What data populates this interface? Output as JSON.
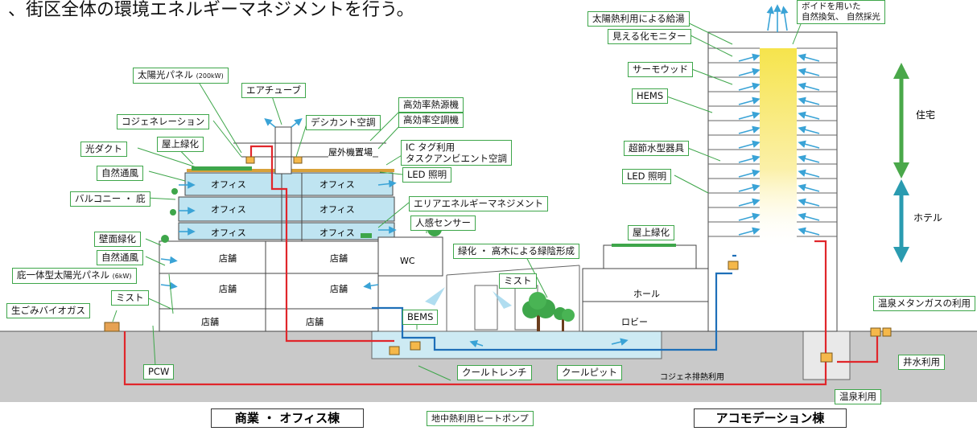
{
  "intro_text": "、街区全体の環境エネルギーマネジメントを行う。",
  "buildings": {
    "commercial": "商業 ・ オフィス棟",
    "accommodation": "アコモデーション棟"
  },
  "rooms": {
    "office": "オフィス",
    "shop": "店舗",
    "wc": "WC",
    "hall": "ホール",
    "lobby": "ロビー"
  },
  "labels": {
    "solar_panel": "太陽光パネル",
    "solar_panel_kw": "(200kW)",
    "air_tube": "エアチューブ",
    "cogeneration": "コジェネレーション",
    "desiccant": "デシカント空調",
    "hi_eff_heat": "高効率熱源機",
    "hi_eff_ac": "高効率空調機",
    "light_duct": "光ダクト",
    "roof_green_a": "屋上緑化",
    "outdoor_unit": "屋外機置場",
    "ic_tag_1": "IC タグ利用",
    "ic_tag_2": "タスクアンビエント空調",
    "natural_vent_a": "自然通風",
    "led_a": "LED 照明",
    "balcony": "バルコニー ・ 庇",
    "area_energy": "エリアエネルギーマネジメント",
    "motion_sensor": "人感センサー",
    "wall_green": "壁面緑化",
    "natural_vent_b": "自然通風",
    "green_shade": "緑化 ・ 高木による緑陰形成",
    "eave_solar": "庇一体型太陽光パネル",
    "eave_solar_kw": "(6kW)",
    "mist_a": "ミスト",
    "mist_b": "ミスト",
    "biogas": "生ごみバイオガス",
    "bems": "BEMS",
    "pcw": "PCW",
    "cool_trench": "クールトレンチ",
    "cool_pit": "クールピット",
    "cogen_exhaust": "コジェネ排熱利用",
    "geo_heatpump": "地中熱利用ヒートポンプ",
    "solar_water": "太陽熱利用による給湯",
    "visual_monitor": "見える化モニター",
    "thermowood": "サーモウッド",
    "hems": "HEMS",
    "water_saving": "超節水型器具",
    "led_b": "LED 照明",
    "roof_green_b": "屋上緑化",
    "void_1": "ボイドを用いた",
    "void_2": "自然換気、 自然採光",
    "residence": "住宅",
    "hotel": "ホテル",
    "hot_spring_methane": "温泉メタンガスの利用",
    "well_water": "井水利用",
    "hot_spring_use": "温泉利用"
  },
  "colors": {
    "label_border": "#3ea64a",
    "hot_pipe": "#e0262b",
    "cool_pipe": "#1e6fb8",
    "air_arrow": "#3aa3d6",
    "office_fill": "#bfe4f1",
    "void_glow": "#f3e24a",
    "residence_arrow": "#4aa84a",
    "hotel_arrow": "#2a9bb0",
    "ground": "#c8c8c8"
  }
}
